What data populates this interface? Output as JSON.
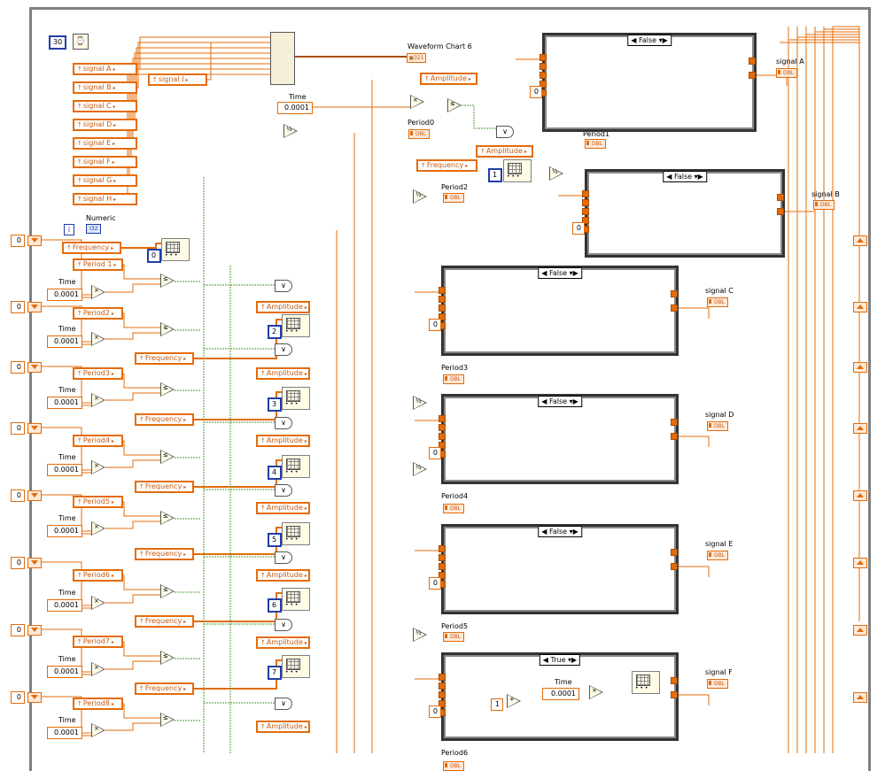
{
  "wait": {
    "ms_const": "30"
  },
  "chart": {
    "label": "Waveform Chart 6",
    "indicator_text": "▣321"
  },
  "signals_in": [
    "signal A",
    "signal B",
    "signal C",
    "signal D",
    "signal E",
    "signal F",
    "signal G",
    "signal H",
    "signal I"
  ],
  "periods": [
    "Period 1",
    "Period2",
    "Period3",
    "Period4",
    "Period5",
    "Period6",
    "Period7",
    "Period8"
  ],
  "time_label": "Time",
  "time_value": "0.0001",
  "period_indicators": [
    "Period0",
    "Period1",
    "Period2",
    "Period3",
    "Period4",
    "Period5",
    "Period6"
  ],
  "dbl_text": "DBL",
  "amplitude_label": "Amplitude",
  "frequency_label": "Frequency",
  "numeric": {
    "label": "Numeric",
    "indicator_text": "I32",
    "type_glyph": "i"
  },
  "shift_init": "0",
  "cases": [
    {
      "selector": "False",
      "out_label": "signal A"
    },
    {
      "selector": "False",
      "out_label": "signal B"
    },
    {
      "selector": "False",
      "out_label": "signal C"
    },
    {
      "selector": "False",
      "out_label": "signal D"
    },
    {
      "selector": "False",
      "out_label": "signal E"
    },
    {
      "selector": "True",
      "out_label": "signal F"
    }
  ],
  "case_zero": "0",
  "index_consts": [
    "0",
    "1",
    "2",
    "3",
    "4",
    "5",
    "6",
    "7"
  ],
  "case_f": {
    "increment_const": "1",
    "time_label": "Time",
    "time_value": "0.0001"
  },
  "colors": {
    "wire_orange": "#e46c0a",
    "wire_green": "#4f9a3b",
    "wire_blue": "#1f3ea8",
    "frame": "#7f7f7f"
  }
}
